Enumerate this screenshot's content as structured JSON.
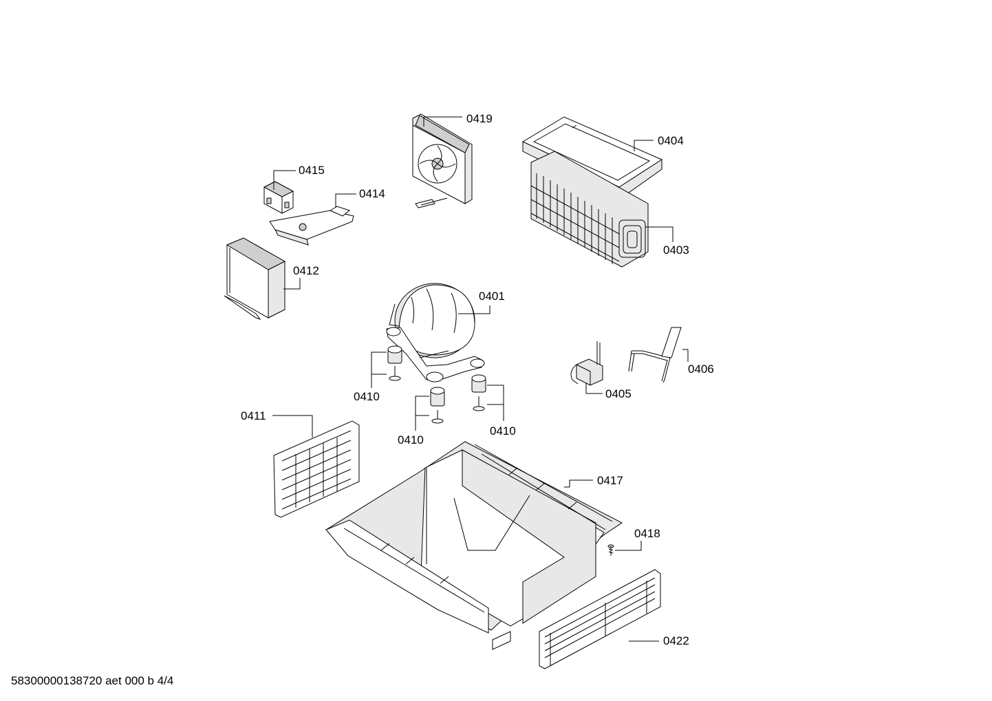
{
  "diagram": {
    "callouts": {
      "p0419": "0419",
      "p0404": "0404",
      "p0415": "0415",
      "p0414": "0414",
      "p0403": "0403",
      "p0412": "0412",
      "p0401": "0401",
      "p0406": "0406",
      "p0405": "0405",
      "p0410a": "0410",
      "p0410b": "0410",
      "p0410c": "0410",
      "p0411": "0411",
      "p0417": "0417",
      "p0418": "0418",
      "p0422": "0422"
    }
  },
  "footer": {
    "doc_id": "58300000138720 aet 000 b 4/4"
  }
}
